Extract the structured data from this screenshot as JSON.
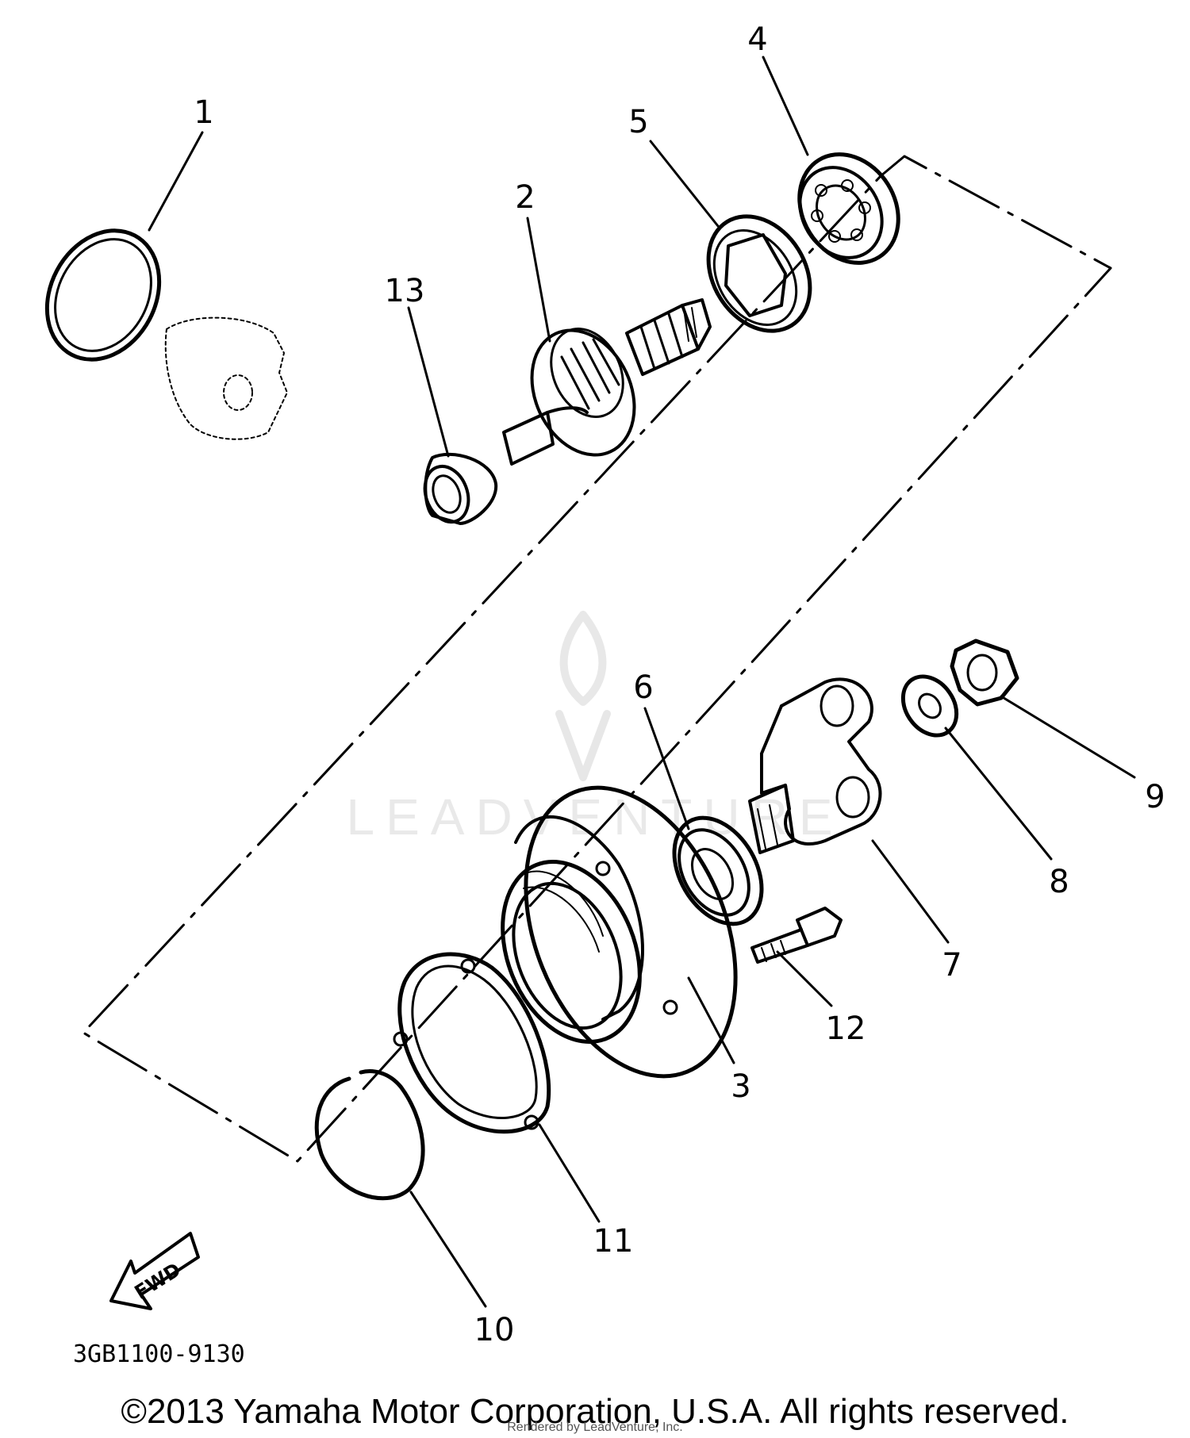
{
  "callouts": {
    "c1": "1",
    "c2": "2",
    "c3": "3",
    "c4": "4",
    "c5": "5",
    "c6": "6",
    "c7": "7",
    "c8": "8",
    "c9": "9",
    "c10": "10",
    "c11": "11",
    "c12": "12",
    "c13": "13"
  },
  "part_code": "3GB1100-9130",
  "fwd_label": "FWD",
  "watermark": "LEADVENTURE",
  "copyright": "©2013 Yamaha Motor Corporation, U.S.A. All rights reserved.",
  "rendered_by": "Rendered by LeadVenture, Inc."
}
